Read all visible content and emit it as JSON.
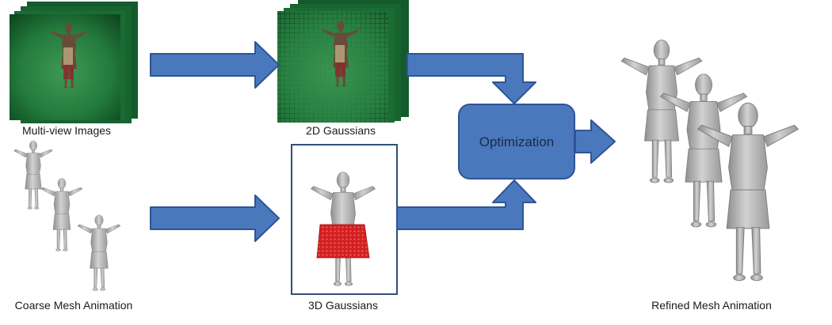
{
  "labels": {
    "multiview": "Multi-view Images",
    "gaussians2d": "2D Gaussians",
    "coarse": "Coarse Mesh Animation",
    "gaussians3d": "3D Gaussians",
    "refined": "Refined Mesh Animation",
    "optimization": "Optimization"
  },
  "colors": {
    "arrow_fill": "#4a78bd",
    "arrow_stroke": "#2f5496",
    "green_bg": "#1f6f3a",
    "mesh": "#b9b9b9",
    "skirt_red": "#d42020"
  }
}
